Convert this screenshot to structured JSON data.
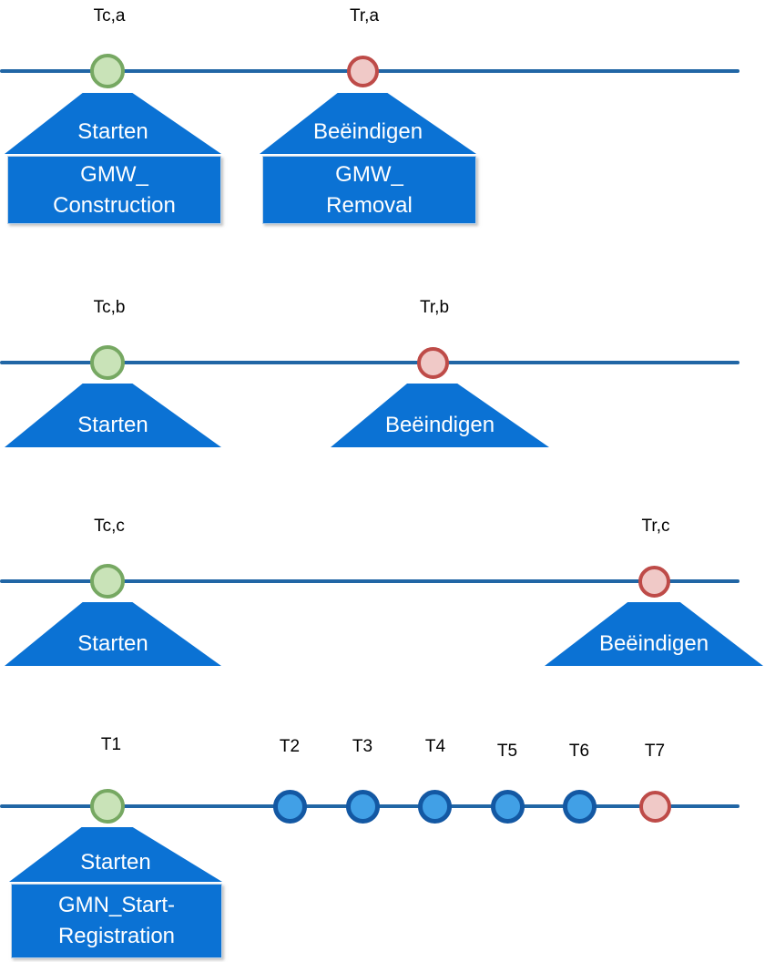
{
  "colors": {
    "timeline_line": "#2166A5",
    "callout_blue": "#0B72D4",
    "start_event_fill": "#C9E3B8",
    "start_event_stroke": "#76A862",
    "end_event_fill": "#F0C9C7",
    "end_event_stroke": "#BE4B48",
    "mid_event_fill": "#41A0E6",
    "mid_event_stroke": "#1358A3",
    "callout_text": "#FFFFFF",
    "label_text": "#000000"
  },
  "timelines": [
    {
      "id": "a",
      "events": [
        {
          "label": "Tc,a",
          "type": "start",
          "callout": "Starten",
          "box_line1": "GMW_",
          "box_line2": "Construction"
        },
        {
          "label": "Tr,a",
          "type": "end",
          "callout": "Beëindigen",
          "box_line1": "GMW_",
          "box_line2": "Removal"
        }
      ]
    },
    {
      "id": "b",
      "events": [
        {
          "label": "Tc,b",
          "type": "start",
          "callout": "Starten"
        },
        {
          "label": "Tr,b",
          "type": "end",
          "callout": "Beëindigen"
        }
      ]
    },
    {
      "id": "c",
      "events": [
        {
          "label": "Tc,c",
          "type": "start",
          "callout": "Starten"
        },
        {
          "label": "Tr,c",
          "type": "end",
          "callout": "Beëindigen"
        }
      ]
    },
    {
      "id": "d",
      "events": [
        {
          "label": "T1",
          "type": "start",
          "callout": "Starten",
          "box_line1": "GMN_Start-",
          "box_line2": "Registration"
        },
        {
          "label": "T2",
          "type": "intermediate"
        },
        {
          "label": "T3",
          "type": "intermediate"
        },
        {
          "label": "T4",
          "type": "intermediate"
        },
        {
          "label": "T5",
          "type": "intermediate"
        },
        {
          "label": "T6",
          "type": "intermediate"
        },
        {
          "label": "T7",
          "type": "end"
        }
      ]
    }
  ]
}
